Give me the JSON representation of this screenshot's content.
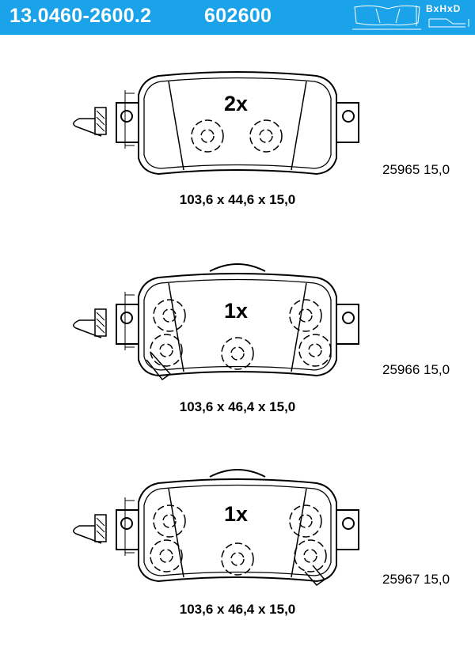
{
  "header": {
    "part_number": "13.0460-2600.2",
    "code": "602600",
    "legend_label": "BxHxD",
    "background_color": "#1aa3e8"
  },
  "pads": [
    {
      "quantity": "2x",
      "reference": "25965 15,0",
      "dimensions": "103,6 x 44,6 x 15,0"
    },
    {
      "quantity": "1x",
      "reference": "25966 15,0",
      "dimensions": "103,6 x 46,4 x 15,0"
    },
    {
      "quantity": "1x",
      "reference": "25967 15,0",
      "dimensions": "103,6 x 46,4 x 15,0"
    }
  ]
}
